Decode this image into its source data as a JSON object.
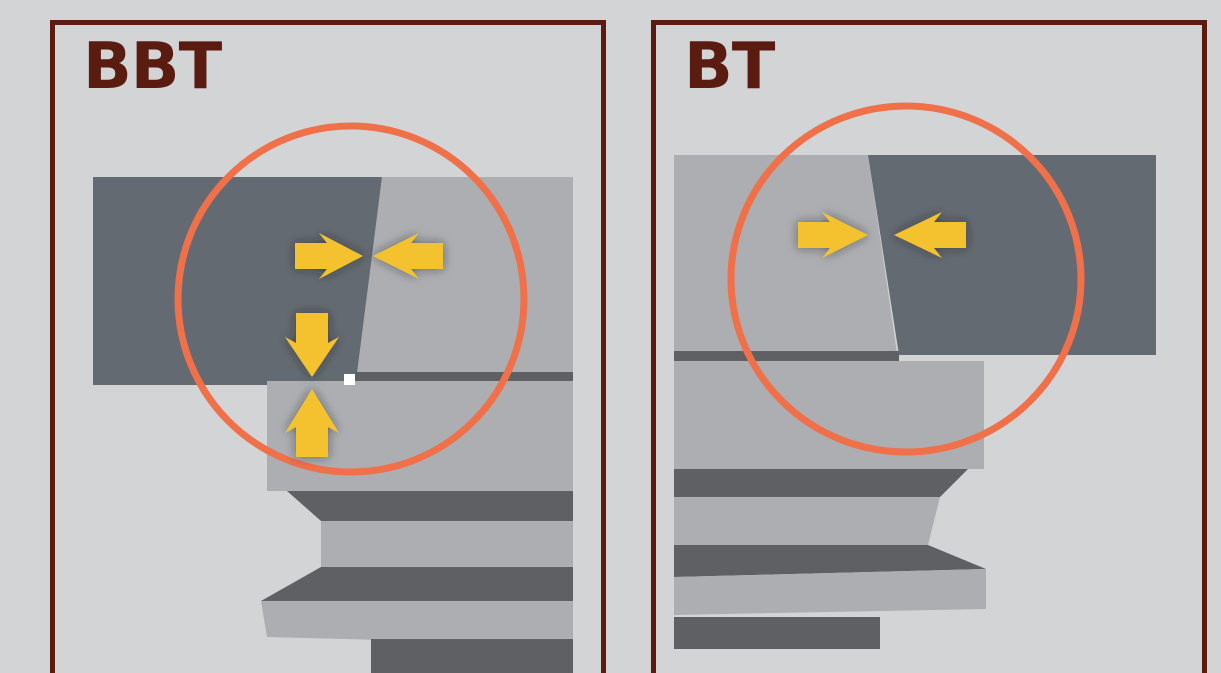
{
  "panels": [
    {
      "id": "bbt",
      "title": "BBT"
    },
    {
      "id": "bt",
      "title": "BT"
    }
  ],
  "colors": {
    "background": "#d3d4d6",
    "frame": "#5a1c10",
    "spindle_dark": "#646a71",
    "holder_light": "#adaeb1",
    "thread_dark": "#5e6063",
    "highlight_circle": "#f0704a",
    "contact_arrow": "#f3c22e"
  },
  "icons": {
    "highlight": "circle-outline",
    "contact": "arrow-pair"
  }
}
